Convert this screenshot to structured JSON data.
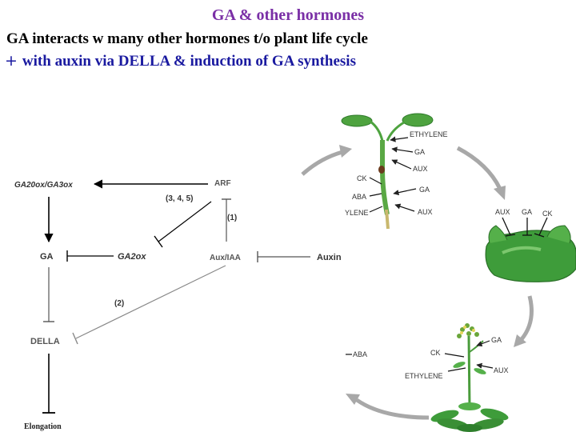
{
  "slide": {
    "title": "GA & other hormones",
    "line1": "GA interacts w many other hormones t/o plant life cycle",
    "line2_bullet": "+",
    "line2_text": "with auxin via DELLA & induction of GA synthesis"
  },
  "pathway": {
    "ga20ox_ga3ox": "GA20ox/GA3ox",
    "arf": "ARF",
    "step_345": "(3, 4, 5)",
    "step_1": "(1)",
    "ga": "GA",
    "ga2ox": "GA2ox",
    "aux_iaa": "Aux/IAA",
    "auxin": "Auxin",
    "step_2": "(2)",
    "della": "DELLA",
    "elongation": "Elongation"
  },
  "lifecycle": {
    "seedling": {
      "ethylene": "ETHYLENE",
      "ga_top": "GA",
      "aux_top": "AUX",
      "ck": "CK",
      "aba": "ABA",
      "ga_mid": "GA",
      "ethylene_cut": "YLENE",
      "aux_bot": "AUX"
    },
    "ovule": {
      "aux": "AUX",
      "ga": "GA",
      "ck": "CK"
    },
    "mature": {
      "ga": "GA",
      "ck": "CK",
      "aux": "AUX",
      "ethylene": "ETHYLENE",
      "aba": "ABA"
    }
  },
  "colors": {
    "title": "#7a2fa6",
    "subtitle_blue": "#1a1aa0",
    "plant_green": "#3e9c3a",
    "cycle_arrow": "#a8a8a8"
  }
}
